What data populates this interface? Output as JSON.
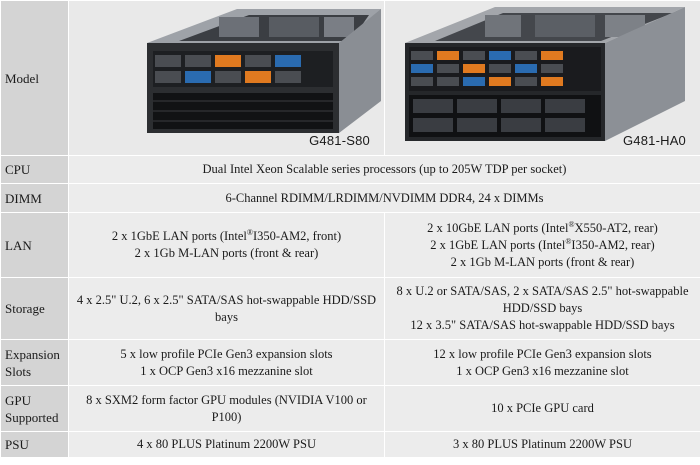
{
  "labels": {
    "model": "Model",
    "cpu": "CPU",
    "dimm": "DIMM",
    "lan": "LAN",
    "storage": "Storage",
    "expansion": [
      "Expansion",
      "Slots"
    ],
    "gpu": [
      "GPU",
      "Supported"
    ],
    "psu": "PSU"
  },
  "models": {
    "left": "G481-S80",
    "right": "G481-HA0"
  },
  "cpu": "Dual Intel Xeon Scalable series processors (up to 205W TDP per socket)",
  "dimm": "6-Channel RDIMM/LRDIMM/NVDIMM DDR4, 24 x DIMMs",
  "lan": {
    "left": [
      {
        "pre": "2 x 1GbE LAN ports (Intel",
        "sup": "®",
        "post": "I350-AM2, front)"
      },
      {
        "pre": "2 x 1Gb M-LAN ports (front & rear)",
        "sup": "",
        "post": ""
      }
    ],
    "right": [
      {
        "pre": "2 x 10GbE LAN ports (Intel",
        "sup": "®",
        "post": "X550-AT2, rear)"
      },
      {
        "pre": "2 x 1GbE LAN ports (Intel",
        "sup": "®",
        "post": "I350-AM2, rear)"
      },
      {
        "pre": "2 x 1Gb M-LAN ports (front & rear)",
        "sup": "",
        "post": ""
      }
    ]
  },
  "storage": {
    "left": [
      "4 x 2.5\" U.2, 6 x 2.5\" SATA/SAS hot-swappable HDD/SSD",
      "bays"
    ],
    "right": [
      "8 x U.2 or SATA/SAS, 2 x SATA/SAS 2.5\" hot-swappable",
      "HDD/SSD bays",
      "12 x 3.5\" SATA/SAS hot-swappable HDD/SSD bays"
    ]
  },
  "expansion": {
    "left": [
      "5 x low profile PCIe Gen3 expansion slots",
      "1 x OCP Gen3 x16 mezzanine slot"
    ],
    "right": [
      "12 x low profile PCIe Gen3 expansion slots",
      "1 x OCP Gen3 x16 mezzanine slot"
    ]
  },
  "gpu": {
    "left": [
      "8 x SXM2 form factor GPU modules (NVIDIA V100 or",
      "P100)"
    ],
    "right": [
      "10 x PCIe GPU card"
    ]
  },
  "psu": {
    "left": "4 x 80 PLUS Platinum 2200W PSU",
    "right": "3 x 80 PLUS Platinum 2200W PSU"
  },
  "colors": {
    "label_bg": "#d4d4d4",
    "cell_bg": "#ececec",
    "drive_orange": "#e07a20",
    "drive_blue": "#2a6bb0"
  }
}
